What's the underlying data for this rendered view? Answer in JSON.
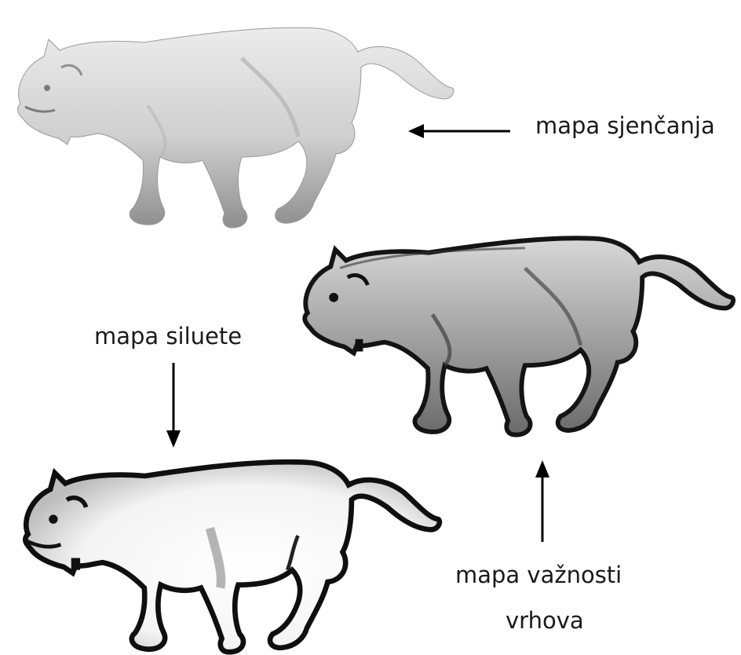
{
  "labels": {
    "shading": "mapa sjenčanja",
    "silhouette": "mapa siluete",
    "importance_line1": "mapa važnosti",
    "importance_line2": "vrhova"
  },
  "figures": [
    {
      "name": "shading-map-render",
      "style": "smooth-shaded"
    },
    {
      "name": "vertex-importance-map-render",
      "style": "shaded-with-dark-contours"
    },
    {
      "name": "silhouette-map-render",
      "style": "white-with-dark-silhouette"
    }
  ],
  "colors": {
    "text": "#1a1a1a",
    "arrow": "#000000",
    "shaded_light": "#e0e0e0",
    "shaded_mid": "#a9a9a9",
    "shaded_dark": "#5a5a5a",
    "contour": "#111111"
  }
}
